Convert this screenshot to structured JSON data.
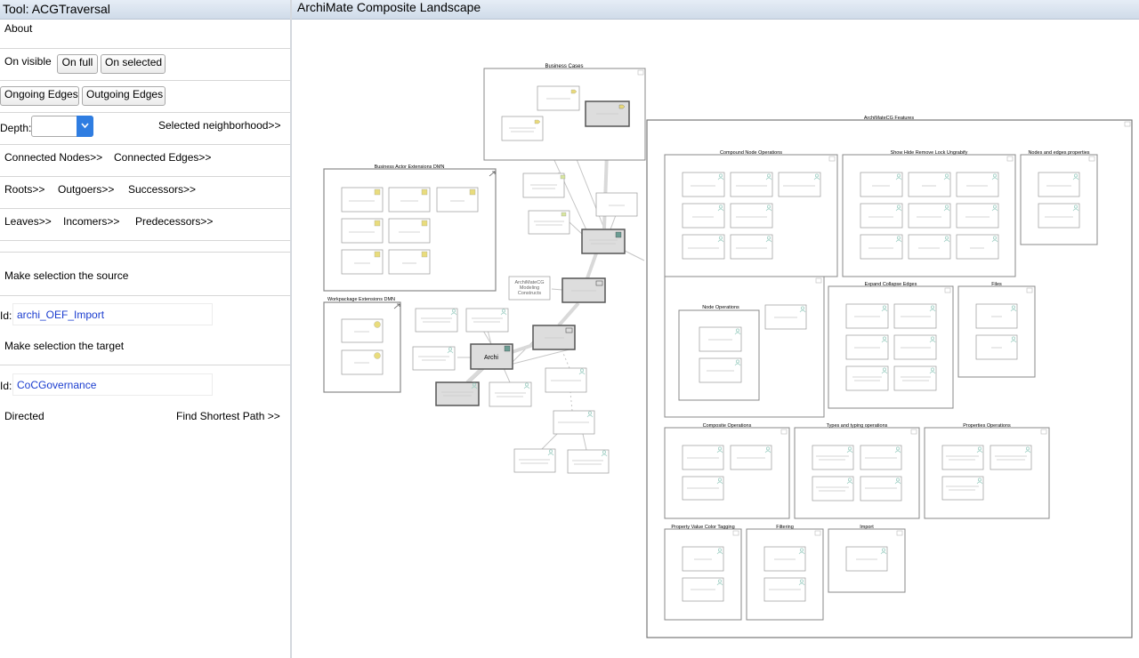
{
  "left_panel": {
    "title": "Tool: ACGTraversal",
    "about": "About",
    "on_visible": "On visible",
    "on_full": "On full",
    "on_selected": "On selected",
    "ongoing_edges": "Ongoing Edges",
    "outgoing_edges": "Outgoing Edges",
    "depth_label": "Depth:",
    "selected_neighborhood": "Selected neighborhood>>",
    "connected_nodes": "Connected Nodes>>",
    "connected_edges": "Connected Edges>>",
    "roots": "Roots>>",
    "outgoers": "Outgoers>>",
    "successors": "Successors>>",
    "leaves": "Leaves>>",
    "incomers": "Incomers>>",
    "predecessors": "Predecessors>>",
    "make_source": "Make selection the source",
    "id_label": "Id:",
    "source_id": "archi_OEF_Import",
    "make_target": "Make selection the target",
    "target_id": "CoCGovernance",
    "directed": "Directed",
    "find_shortest_path": "Find Shortest Path >>"
  },
  "main": {
    "title": "ArchiMate Composite Landscape"
  },
  "diagram": {
    "groups": {
      "business_cases": "Business Cases",
      "actor_ext": "Business Actor Extensions DMN",
      "wp_ext": "Workpackage Extensions DMN",
      "features": "ArchiMateCG Features",
      "compound": "Compound Node Operations",
      "showhide": "Show Hide Remove Lock Ungrabify",
      "nodes_edges": "Nodes and edges properties",
      "node_ops": "Node Operations",
      "expand": "Expand Collapse Edges",
      "files": "Files",
      "composite": "Composite Operations",
      "types": "Types and typing operations",
      "properties": "Properties Operations",
      "pvct": "Property Value Color Tagging",
      "filtering": "Filtering",
      "import": "Import"
    },
    "nodes": {
      "archi": "Archi",
      "constructs": [
        "ArchiMateCG",
        "Modeling",
        "Constructs"
      ]
    }
  }
}
